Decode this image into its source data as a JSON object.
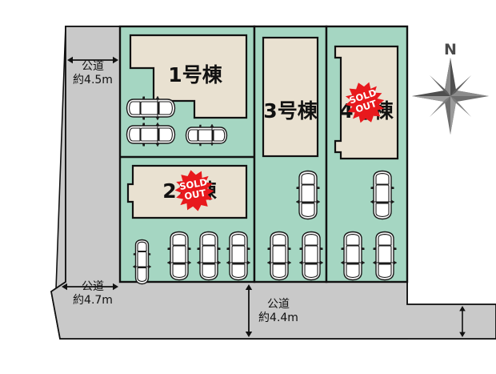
{
  "figure": {
    "type": "site-plot-map",
    "background_color": "#ffffff"
  },
  "colors": {
    "lot_green": "#a5d6c2",
    "building_beige": "#e9e1d1",
    "road_gray": "#c9c9c9",
    "outline_black": "#111111",
    "sold_red": "#e8191d",
    "sold_text": "#ffffff",
    "car_fill": "#ffffff",
    "compass_gray": "#5b5b5b"
  },
  "buildings": [
    {
      "id": "bldg-1",
      "label": "1号棟",
      "sold_out": false
    },
    {
      "id": "bldg-2",
      "label": "2号棟",
      "sold_out": true
    },
    {
      "id": "bldg-3",
      "label": "3号棟",
      "sold_out": false
    },
    {
      "id": "bldg-4",
      "label": "4号棟",
      "sold_out": true
    }
  ],
  "sold_out_badge": {
    "line1": "SOLD",
    "line2": "OUT"
  },
  "roads": [
    {
      "id": "road-west",
      "name": "公道",
      "width_label": "約4.5m",
      "position": "west"
    },
    {
      "id": "road-southwest",
      "name": "公道",
      "width_label": "約4.7m",
      "position": "southwest"
    },
    {
      "id": "road-south",
      "name": "公道",
      "width_label": "約4.4m",
      "position": "south"
    }
  ],
  "compass": {
    "north_label": "N"
  },
  "parking": {
    "lot1_cars": 3,
    "lot2_cars": 4,
    "lot3_cars": 3,
    "lot4_cars": 3
  }
}
